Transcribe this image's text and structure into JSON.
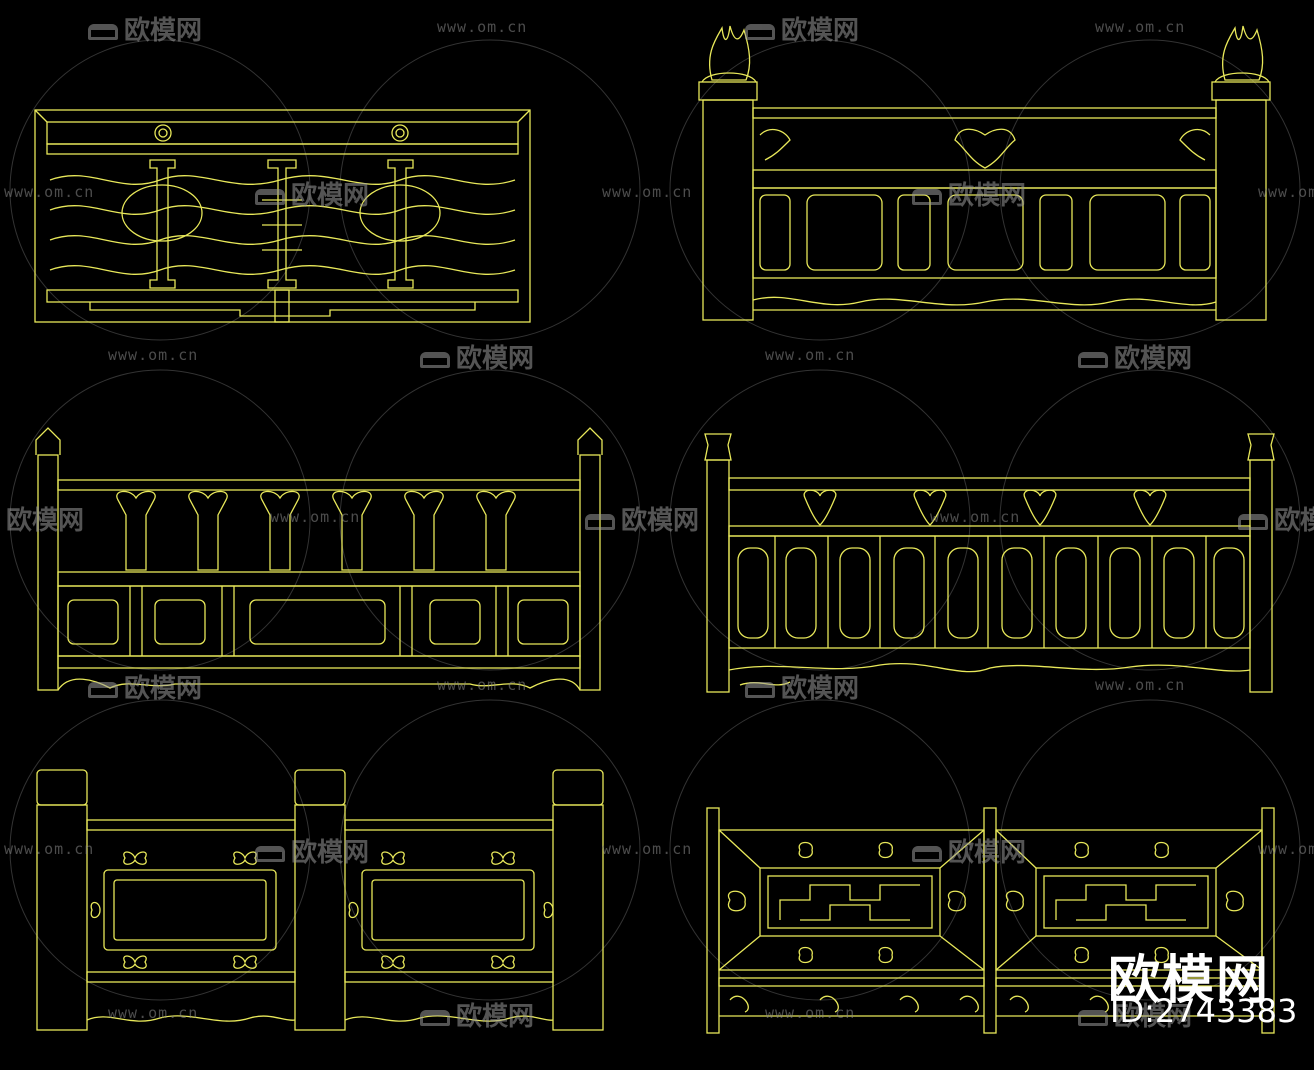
{
  "watermarks": {
    "site": "www.om.cn",
    "brand": "欧模网"
  },
  "stamp": {
    "brand": "欧模网",
    "id": "ID:2743383"
  },
  "colors": {
    "background": "#000000",
    "line": "#e8e85a",
    "watermark": "#8a8a8a"
  },
  "panels": [
    {
      "name": "railing-scroll-ironwork"
    },
    {
      "name": "railing-flame-posts"
    },
    {
      "name": "railing-vase-balusters"
    },
    {
      "name": "railing-cloud-panels"
    },
    {
      "name": "railing-square-posts"
    },
    {
      "name": "railing-fret-lattice"
    }
  ]
}
